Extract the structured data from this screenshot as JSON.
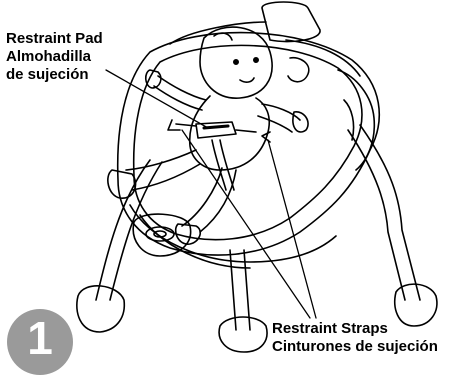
{
  "labels": {
    "restraint_pad": {
      "en": "Restraint Pad",
      "es_line1": "Almohadilla",
      "es_line2": "de sujeción"
    },
    "restraint_straps": {
      "en": "Restraint Straps",
      "es": "Cinturones de sujeción"
    }
  },
  "step": {
    "number": "1"
  },
  "colors": {
    "line": "#000000",
    "badge": "#9a9a9a",
    "background": "#ffffff"
  }
}
